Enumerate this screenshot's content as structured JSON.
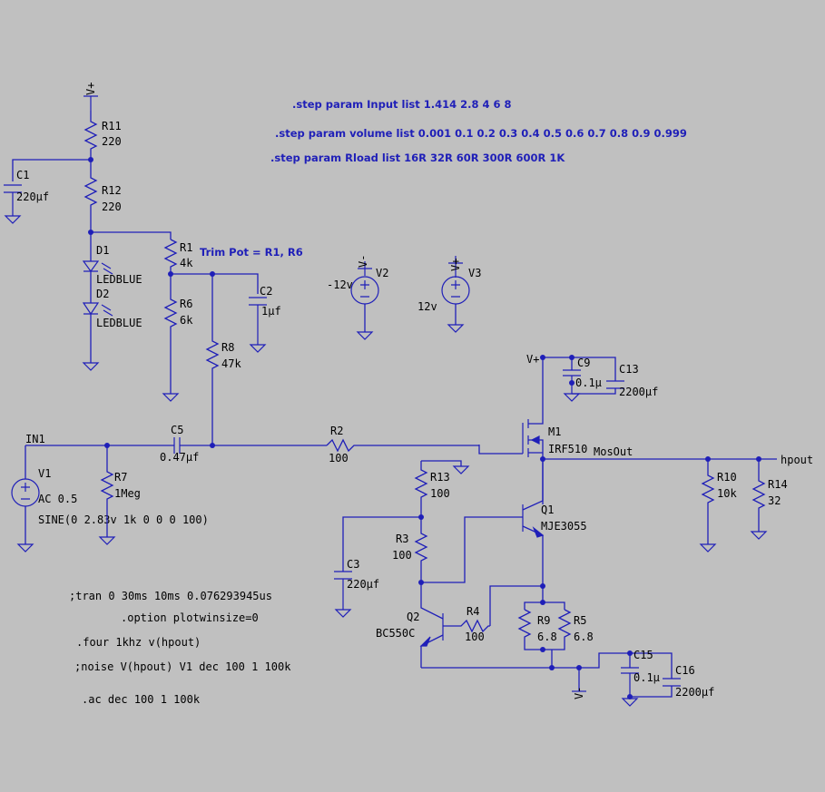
{
  "colors": {
    "background": "#c0c0c0",
    "wire": "#1f1fb8",
    "label": "#000000",
    "directive": "#1f1fb8"
  },
  "directives": {
    "step_input": ".step param Input list 1.414 2.8 4 6 8",
    "step_volume": ".step param volume list  0.001 0.1 0.2 0.3 0.4 0.5 0.6 0.7 0.8  0.9 0.999",
    "step_rload": ".step param Rload list 16R 32R 60R 300R 600R 1K",
    "trim_note": "Trim Pot = R1, R6",
    "tran": ";tran 0 30ms 10ms 0.076293945us",
    "option": ".option plotwinsize=0",
    "four": ".four 1khz v(hpout)",
    "noise": ";noise V(hpout) V1 dec 100 1 100k",
    "ac": ".ac dec 100 1 100k"
  },
  "nets": {
    "vplus": "V+",
    "vminus": "V-",
    "in1": "IN1",
    "mosout": "MosOut",
    "hpout": "hpout"
  },
  "components": {
    "R11": {
      "name": "R11",
      "value": "220"
    },
    "R12": {
      "name": "R12",
      "value": "220"
    },
    "C1": {
      "name": "C1",
      "value": "220µf"
    },
    "D1": {
      "name": "D1",
      "value": "LEDBLUE"
    },
    "D2": {
      "name": "D2",
      "value": "LEDBLUE"
    },
    "R1": {
      "name": "R1",
      "value": "4k"
    },
    "R6": {
      "name": "R6",
      "value": "6k"
    },
    "C2": {
      "name": "C2",
      "value": "1µf"
    },
    "R8": {
      "name": "R8",
      "value": "47k"
    },
    "V2": {
      "name": "V2",
      "value": "-12v"
    },
    "V3": {
      "name": "V3",
      "value": "12v"
    },
    "C9": {
      "name": "C9",
      "value": "0.1µ"
    },
    "C13": {
      "name": "C13",
      "value": "2200µf"
    },
    "M1": {
      "name": "M1",
      "value": "IRF510"
    },
    "C5": {
      "name": "C5",
      "value": "0.47µf"
    },
    "R2": {
      "name": "R2",
      "value": "100"
    },
    "V1": {
      "name": "V1",
      "value": "AC 0.5",
      "value2": "SINE(0 2.83v 1k 0 0 0 100)"
    },
    "R7": {
      "name": "R7",
      "value": "1Meg"
    },
    "R13": {
      "name": "R13",
      "value": "100"
    },
    "Q1": {
      "name": "Q1",
      "value": "MJE3055"
    },
    "R10": {
      "name": "R10",
      "value": "10k"
    },
    "R14": {
      "name": "R14",
      "value": "32"
    },
    "R3": {
      "name": "R3",
      "value": "100"
    },
    "C3": {
      "name": "C3",
      "value": "220µf"
    },
    "Q2": {
      "name": "Q2",
      "value": "BC550C"
    },
    "R4": {
      "name": "R4",
      "value": "100"
    },
    "R9": {
      "name": "R9",
      "value": "6.8"
    },
    "R5": {
      "name": "R5",
      "value": "6.8"
    },
    "C15": {
      "name": "C15",
      "value": "0.1µ"
    },
    "C16": {
      "name": "C16",
      "value": "2200µf"
    }
  }
}
